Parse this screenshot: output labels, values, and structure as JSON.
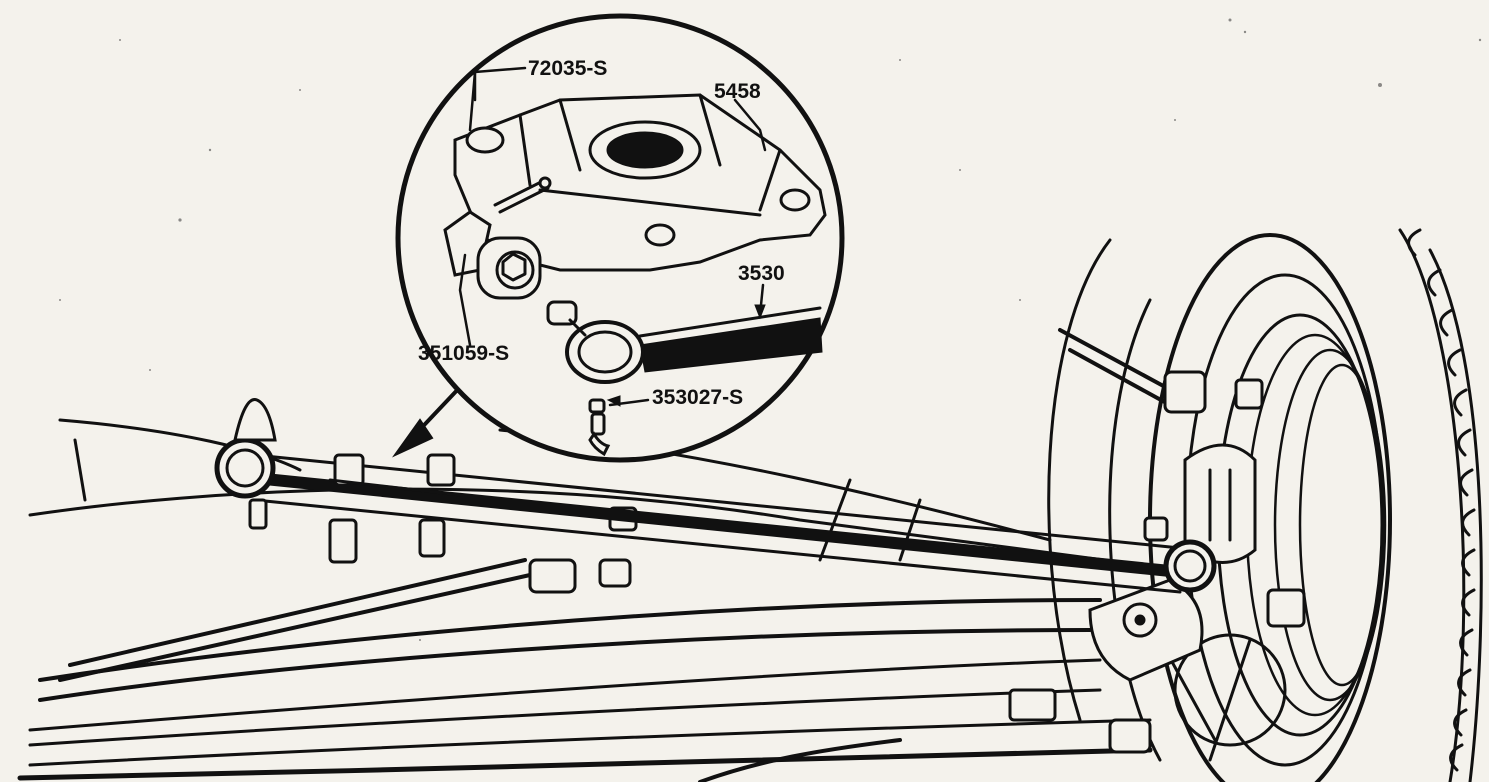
{
  "diagram": {
    "callouts": {
      "part_72035s": "72035-S",
      "part_5458": "5458",
      "part_3530": "3530",
      "part_351059s": "351059-S",
      "part_353027s": "353027-S"
    }
  },
  "colors": {
    "paper": "#f4f2ec",
    "ink": "#111111"
  }
}
